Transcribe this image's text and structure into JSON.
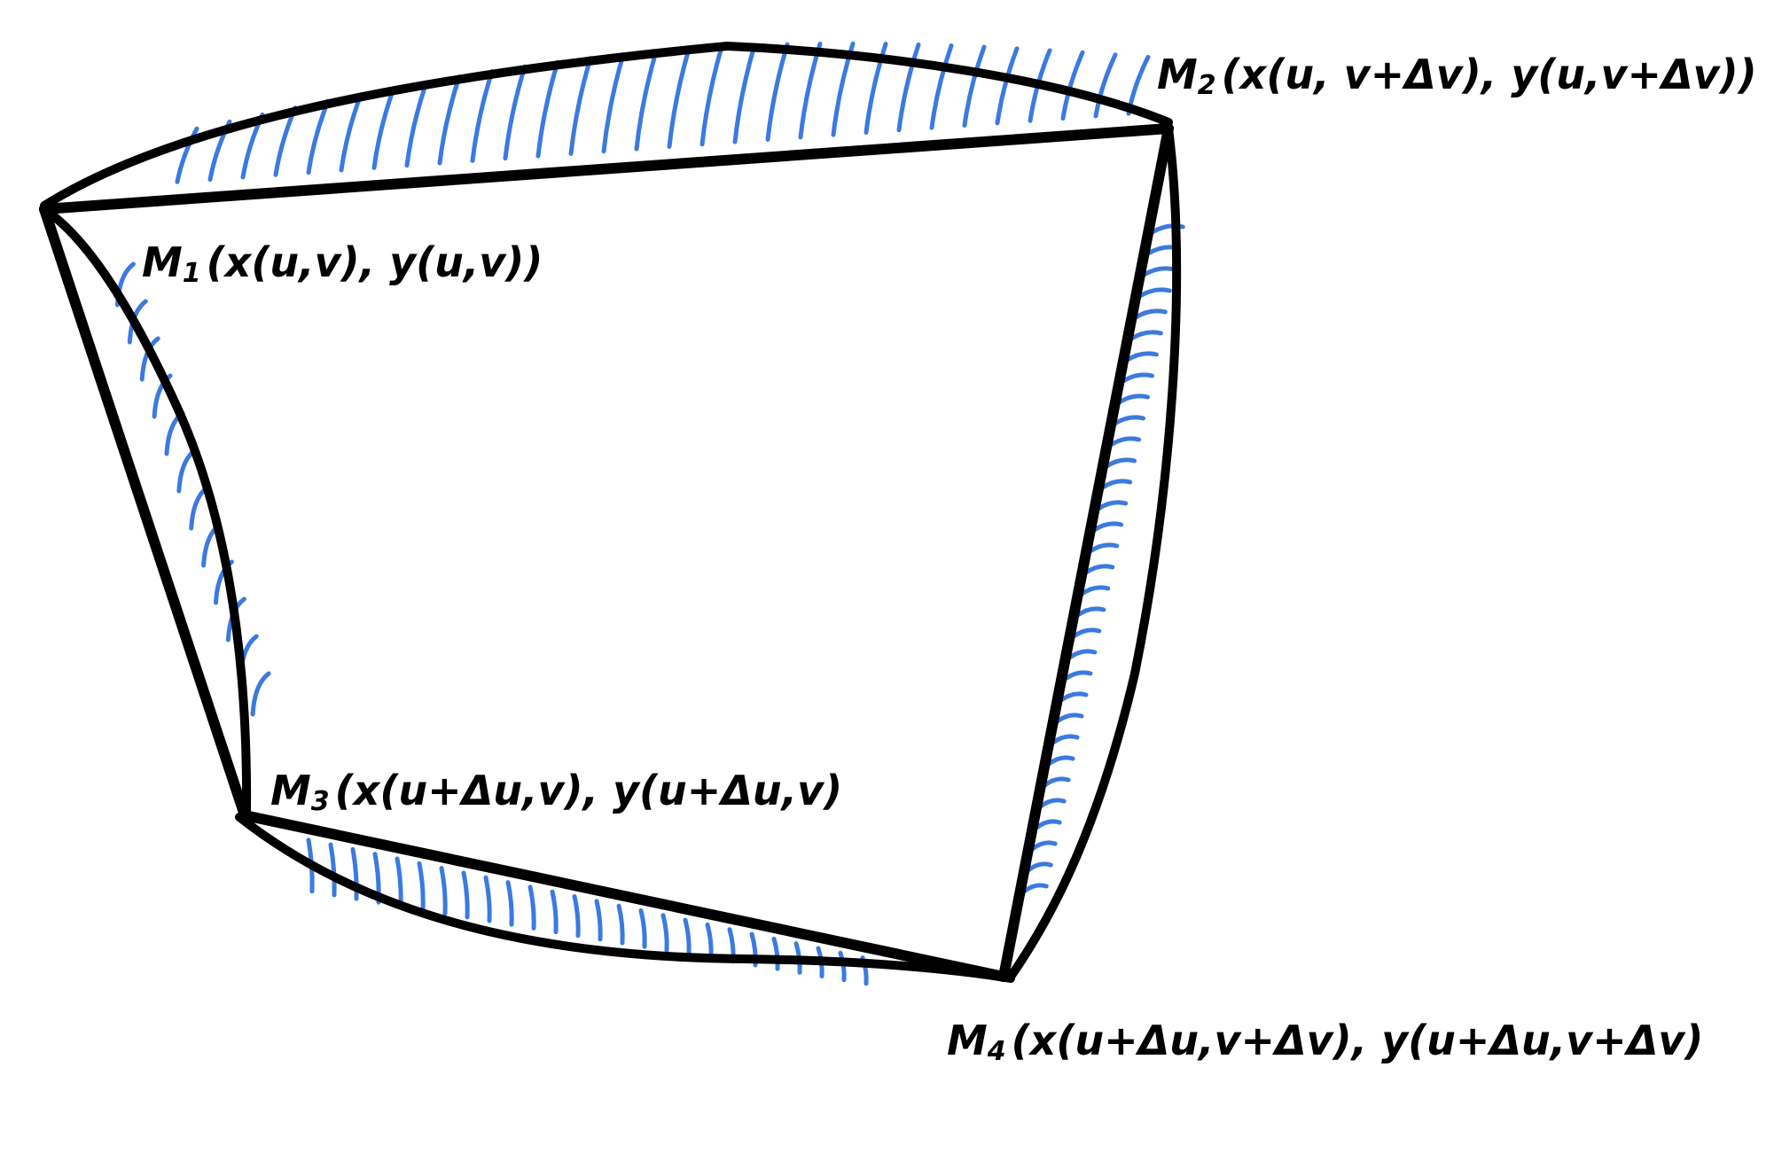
{
  "diagram": {
    "colors": {
      "outline": "#000000",
      "hatch": "#3B7AE0",
      "background": "#ffffff"
    },
    "points": [
      {
        "id": "M1",
        "name": "M",
        "index": "1",
        "coords": "(x(u,v), y(u,v))"
      },
      {
        "id": "M2",
        "name": "M",
        "index": "2",
        "coords": "(x(u, v+Δv), y(u,v+Δv))"
      },
      {
        "id": "M3",
        "name": "M",
        "index": "3",
        "coords": "(x(u+Δu,v), y(u+Δu,v)"
      },
      {
        "id": "M4",
        "name": "M",
        "index": "4",
        "coords": "(x(u+Δu,v+Δv), y(u+Δu,v+Δv)"
      }
    ]
  }
}
